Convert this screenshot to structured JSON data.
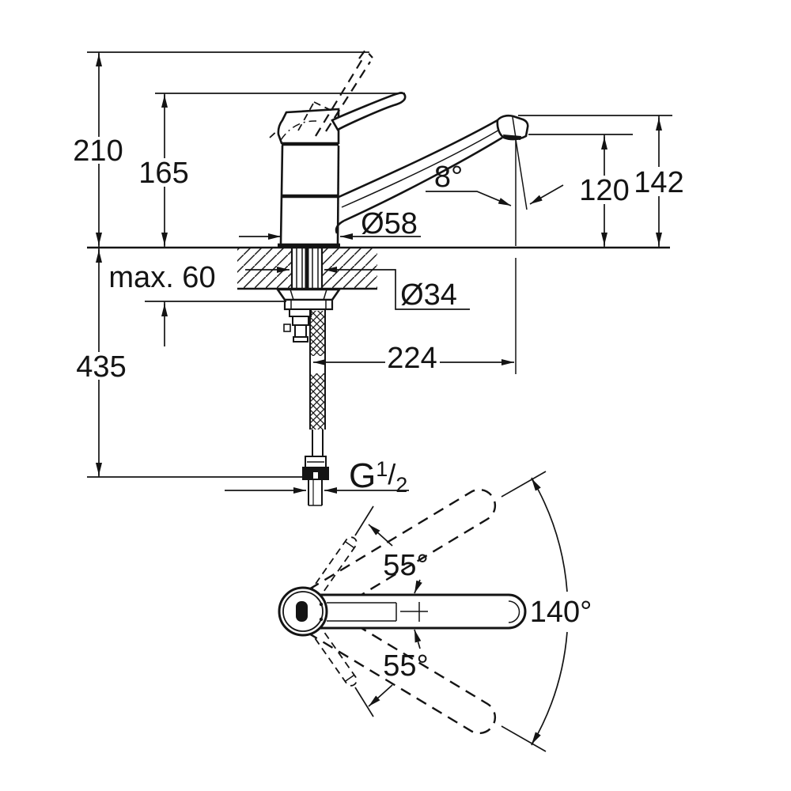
{
  "drawing": {
    "side_view": {
      "total_height": "210",
      "body_height": "165",
      "spout_top_height": "142",
      "outlet_height": "120",
      "outlet_angle": "8°",
      "body_diameter": "Ø58",
      "hole_diameter": "Ø34",
      "max_deck_thickness": "max. 60",
      "below_deck_length": "435",
      "spout_reach": "224",
      "thread": {
        "g": "G",
        "num": "1",
        "slash": "/",
        "den": "2"
      }
    },
    "top_view": {
      "swivel_upper": "55°",
      "swivel_lower": "55°",
      "swivel_total": "140°"
    }
  }
}
